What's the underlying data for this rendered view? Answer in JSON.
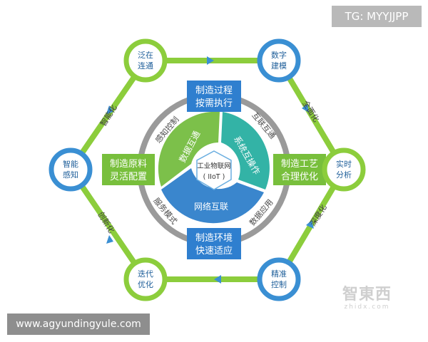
{
  "watermarks": {
    "telegram_tag": "TG: MYYJJPP",
    "website": "www.agyundingyule.com",
    "brand_cn": "智東西",
    "brand_pinyin": "zhidx.com"
  },
  "center": {
    "line1": "工业物联网",
    "line2": "( IIoT )"
  },
  "segments": [
    "数据互通",
    "系统互操作",
    "网络互联"
  ],
  "boxes": {
    "top": [
      "制造过程",
      "按需执行"
    ],
    "right": [
      "制造工艺",
      "合理优化"
    ],
    "bottom": [
      "制造环境",
      "快速适应"
    ],
    "left": [
      "制造原料",
      "灵活配置"
    ]
  },
  "ring_labels": {
    "upper_left": "感知控制",
    "upper_right": "互联互通",
    "lower_right": "数据应用",
    "lower_left": "服务模式"
  },
  "hex_nodes": {
    "top_left": [
      "泛在",
      "连通"
    ],
    "top_right": [
      "数字",
      "建模"
    ],
    "right": [
      "实时",
      "分析"
    ],
    "bottom_right": [
      "精准",
      "控制"
    ],
    "bottom_left": [
      "迭代",
      "优化"
    ],
    "left": [
      "智能",
      "感知"
    ]
  },
  "hex_edges": {
    "right_upper": "全面化",
    "right_lower": "深度化",
    "left_lower": "创新化",
    "left_upper": "智能化"
  },
  "colors": {
    "hexagon_green": "#8ccd3c",
    "node_blue_ring": "#3a8fd3",
    "node_green_ring": "#8ccd3c",
    "box_blue": "#2f7fcf",
    "box_green": "#78bf3c",
    "seg_green": "#7cc04a",
    "seg_teal": "#33b3a6",
    "seg_blue": "#3a86cd",
    "gray_ring": "#9a9a9a"
  }
}
